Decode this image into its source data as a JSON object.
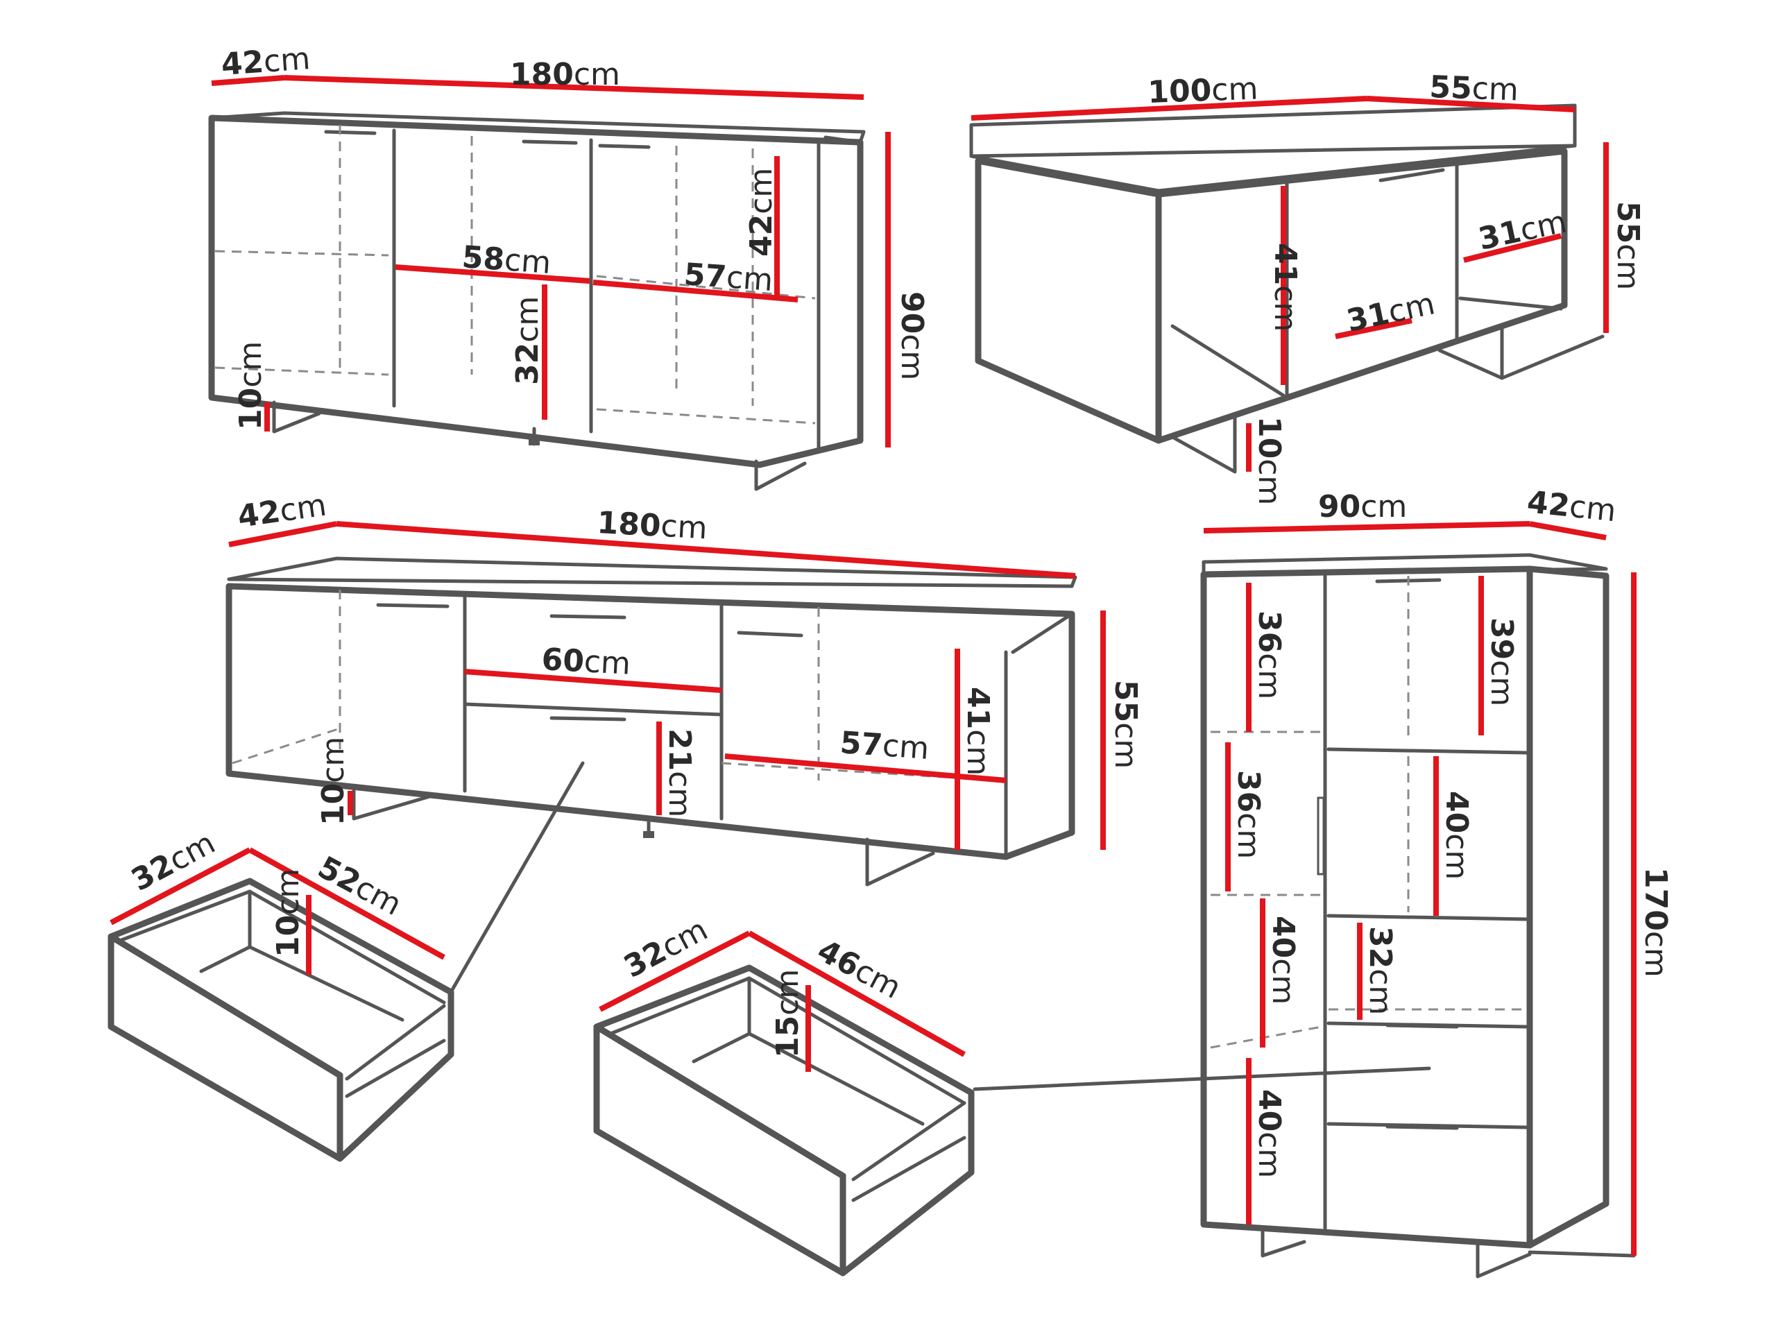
{
  "colors": {
    "outline": "#555555",
    "dimension_line": "#e2141c",
    "hidden_edge": "#8a8a8a",
    "text": "#2a2a2a",
    "background": "#ffffff"
  },
  "unit": "cm",
  "sideboard_3_door": {
    "depth": "42",
    "width": "180",
    "height": "90",
    "shelf_depth_left": "58",
    "shelf_depth_right": "57",
    "upper_compartment": "42",
    "lower_compartment": "32",
    "leg_height": "10"
  },
  "coffee_table": {
    "width": "100",
    "depth": "55",
    "height": "55",
    "compartment_height": "41",
    "shelf_depth": "31",
    "shelf_width": "31",
    "leg_height": "10"
  },
  "tv_stand": {
    "depth": "42",
    "width": "180",
    "height": "55",
    "drawer_width": "60",
    "drawer_height": "21",
    "shelf_depth": "57",
    "compartment_height": "41",
    "leg_height": "10"
  },
  "drawer_tv_stand": {
    "depth": "32",
    "length": "52",
    "height": "10"
  },
  "drawer_highboard": {
    "depth": "32",
    "length": "46",
    "height": "15"
  },
  "highboard": {
    "width": "90",
    "depth": "42",
    "height": "170",
    "left_top": "36",
    "left_mid": "36",
    "left_lower": "40",
    "left_bottom": "40",
    "right_top": "39",
    "right_glass": "40",
    "right_mid": "32"
  }
}
